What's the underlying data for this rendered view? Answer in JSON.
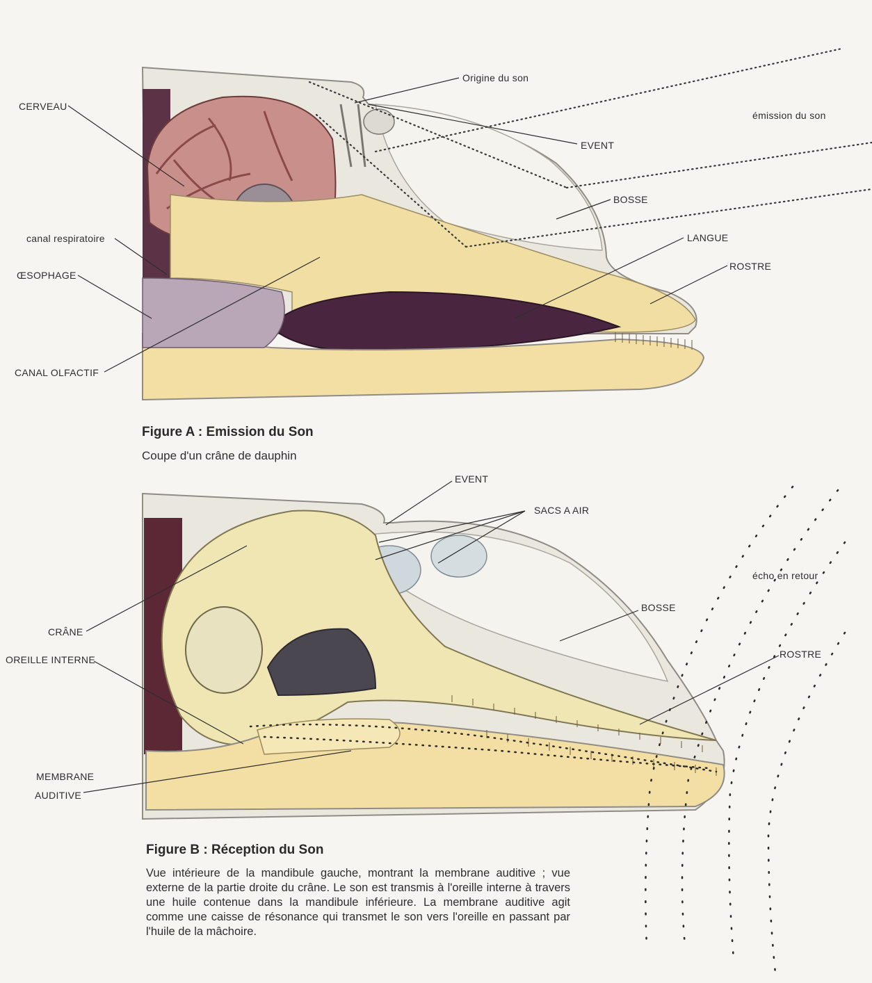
{
  "figure_a": {
    "title": "Figure A : Emission du Son",
    "subtitle": "Coupe d'un crâne de dauphin",
    "labels": {
      "origine": "Origine du son",
      "emission": "émission du son",
      "event": "EVENT",
      "bosse": "BOSSE",
      "langue": "LANGUE",
      "rostre": "ROSTRE",
      "cerveau": "CERVEAU",
      "canal_respiratoire": "canal respiratoire",
      "oesophage": "ŒSOPHAGE",
      "canal_olfactif": "CANAL OLFACTIF"
    }
  },
  "figure_b": {
    "title": "Figure B : Réception du Son",
    "description": "Vue intérieure de la mandibule gauche, montrant la membrane auditive ; vue externe de la partie droite du crâne. Le son est transmis à l'oreille interne à travers une huile contenue dans la mandibule inférieure. La membrane auditive agit comme une caisse de résonance qui transmet le son vers l'oreille en passant par l'huile de la mâchoire.",
    "labels": {
      "event": "EVENT",
      "sacs_a_air": "SACS A AIR",
      "echo": "écho en retour",
      "bosse": "BOSSE",
      "rostre": "ROSTRE",
      "crane": "CRÂNE",
      "oreille_interne": "OREILLE INTERNE",
      "membrane_1": "MEMBRANE",
      "membrane_2": "AUDITIVE"
    }
  }
}
